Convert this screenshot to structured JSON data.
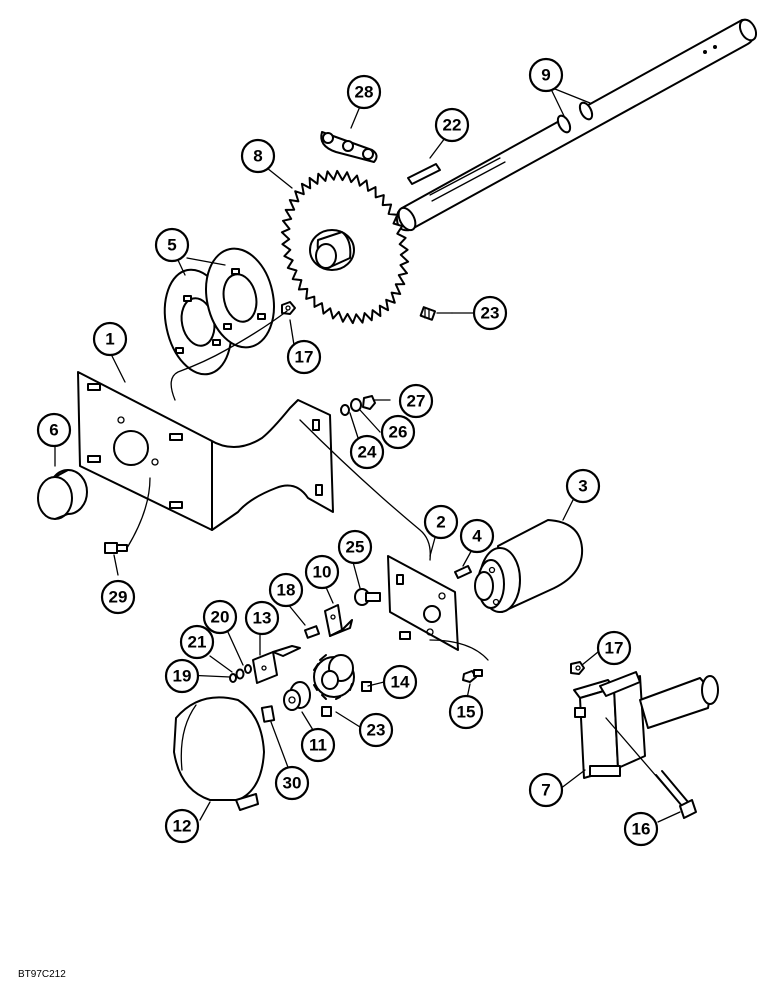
{
  "figure_ref": "BT97C212",
  "callouts": {
    "c1": "1",
    "c2": "2",
    "c3": "3",
    "c4": "4",
    "c5": "5",
    "c6": "6",
    "c7": "7",
    "c8": "8",
    "c9": "9",
    "c10": "10",
    "c11": "11",
    "c12": "12",
    "c13": "13",
    "c14": "14",
    "c15": "15",
    "c16": "16",
    "c17a": "17",
    "c17b": "17",
    "c18": "18",
    "c19": "19",
    "c20": "20",
    "c21": "21",
    "c22": "22",
    "c23a": "23",
    "c23b": "23",
    "c24": "24",
    "c25": "25",
    "c26": "26",
    "c27": "27",
    "c28": "28",
    "c29": "29",
    "c30": "30"
  }
}
